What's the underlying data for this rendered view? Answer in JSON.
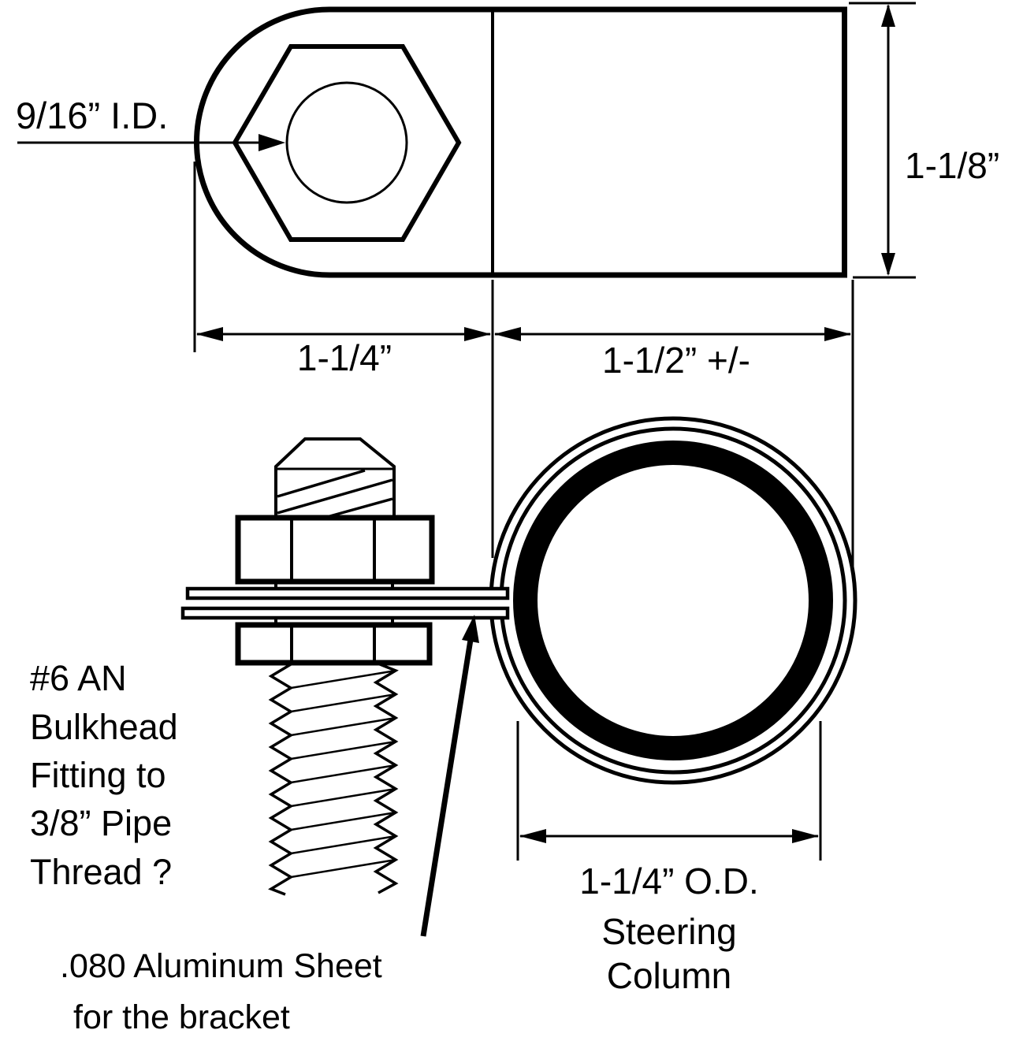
{
  "drawing_title": "steering-column-bracket-technical-drawing",
  "colors": {
    "ink": "#000000",
    "paper": "#ffffff"
  },
  "labels": {
    "hole_id": "9/16” I.D.",
    "tab_length": "1-1/4”",
    "clamp_length": "1-1/2” +/-",
    "bracket_width": "1-1/8”",
    "od_line1": "1-1/4” O.D.",
    "od_line2": "Steering",
    "od_line3": "Column",
    "fitting_line1": "#6 AN",
    "fitting_line2": "Bulkhead",
    "fitting_line3": "Fitting to",
    "fitting_line4": "3/8” Pipe",
    "fitting_line5": "Thread ?",
    "sheet_line1": ".080 Aluminum Sheet",
    "sheet_line2": "for the bracket"
  }
}
